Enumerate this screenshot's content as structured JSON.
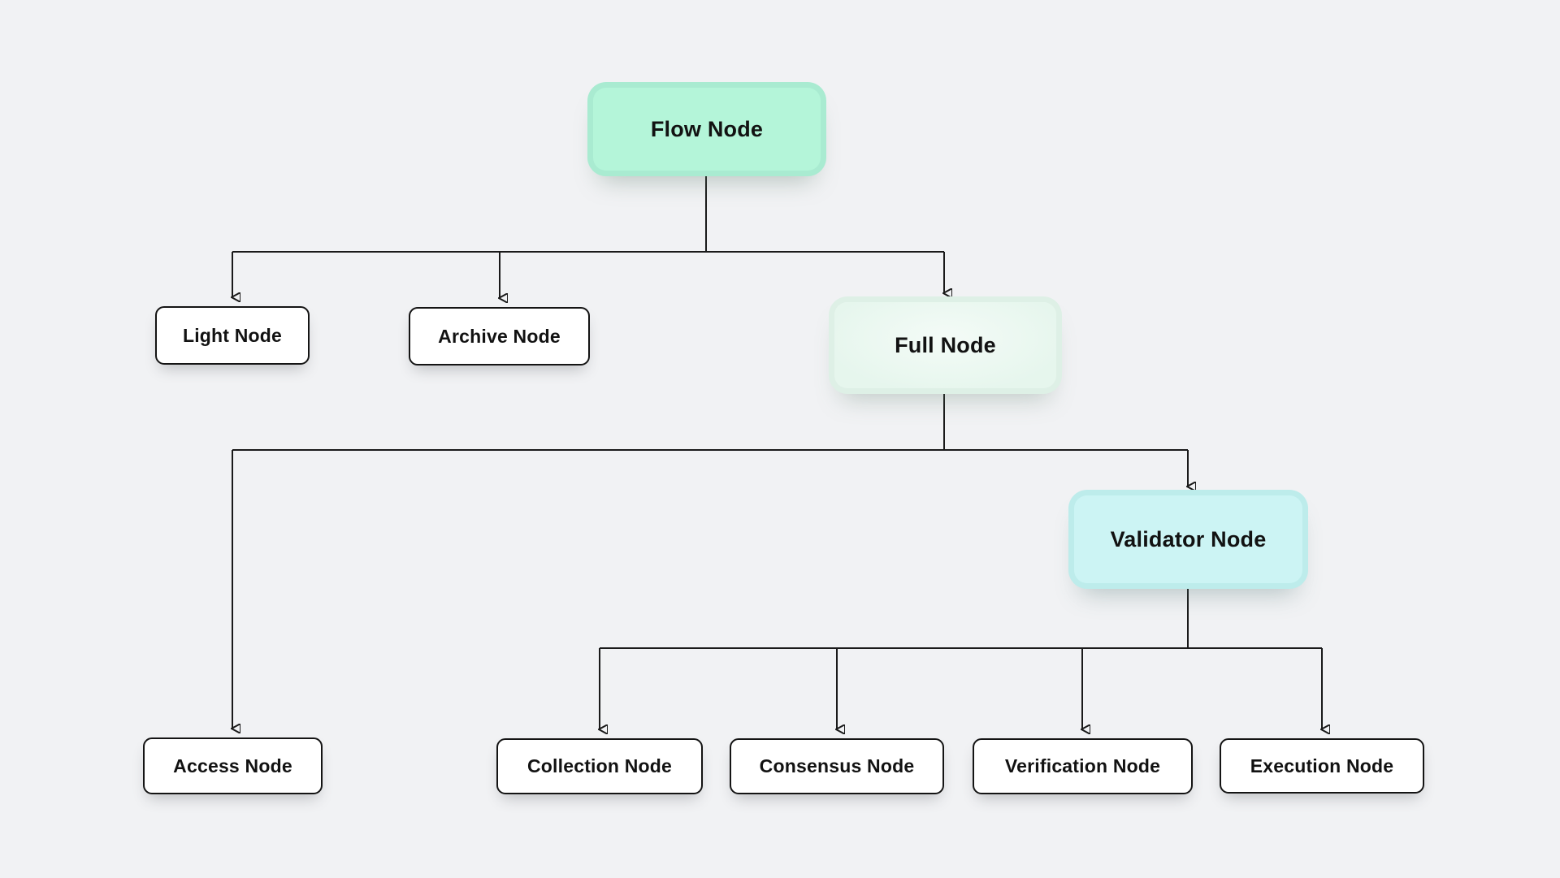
{
  "diagram": {
    "type": "tree",
    "background_color": "#f1f2f4",
    "line_color": "#1a1a1a",
    "nodes": {
      "flow": {
        "label": "Flow Node",
        "fill": "#b4f5d9",
        "ring": "#a9ebd1",
        "text_color": "#121212"
      },
      "light": {
        "label": "Light Node",
        "fill": "#ffffff",
        "border": "#141414"
      },
      "archive": {
        "label": "Archive Node",
        "fill": "#ffffff",
        "border": "#141414"
      },
      "full": {
        "label": "Full Node",
        "fill": "#e9f8f0",
        "ring": "#def0e6",
        "text_color": "#121212"
      },
      "access": {
        "label": "Access Node",
        "fill": "#ffffff",
        "border": "#141414"
      },
      "validator": {
        "label": "Validator Node",
        "fill": "#ccf4f4",
        "ring": "#bdeceb",
        "text_color": "#121212"
      },
      "collection": {
        "label": "Collection Node",
        "fill": "#ffffff",
        "border": "#141414"
      },
      "consensus": {
        "label": "Consensus Node",
        "fill": "#ffffff",
        "border": "#141414"
      },
      "verification": {
        "label": "Verification Node",
        "fill": "#ffffff",
        "border": "#141414"
      },
      "execution": {
        "label": "Execution Node",
        "fill": "#ffffff",
        "border": "#141414"
      }
    },
    "edges": [
      {
        "from": "Flow Node",
        "to": "Light Node"
      },
      {
        "from": "Flow Node",
        "to": "Archive Node"
      },
      {
        "from": "Flow Node",
        "to": "Full Node"
      },
      {
        "from": "Full Node",
        "to": "Access Node"
      },
      {
        "from": "Full Node",
        "to": "Validator Node"
      },
      {
        "from": "Validator Node",
        "to": "Collection Node"
      },
      {
        "from": "Validator Node",
        "to": "Consensus Node"
      },
      {
        "from": "Validator Node",
        "to": "Verification Node"
      },
      {
        "from": "Validator Node",
        "to": "Execution Node"
      }
    ]
  }
}
